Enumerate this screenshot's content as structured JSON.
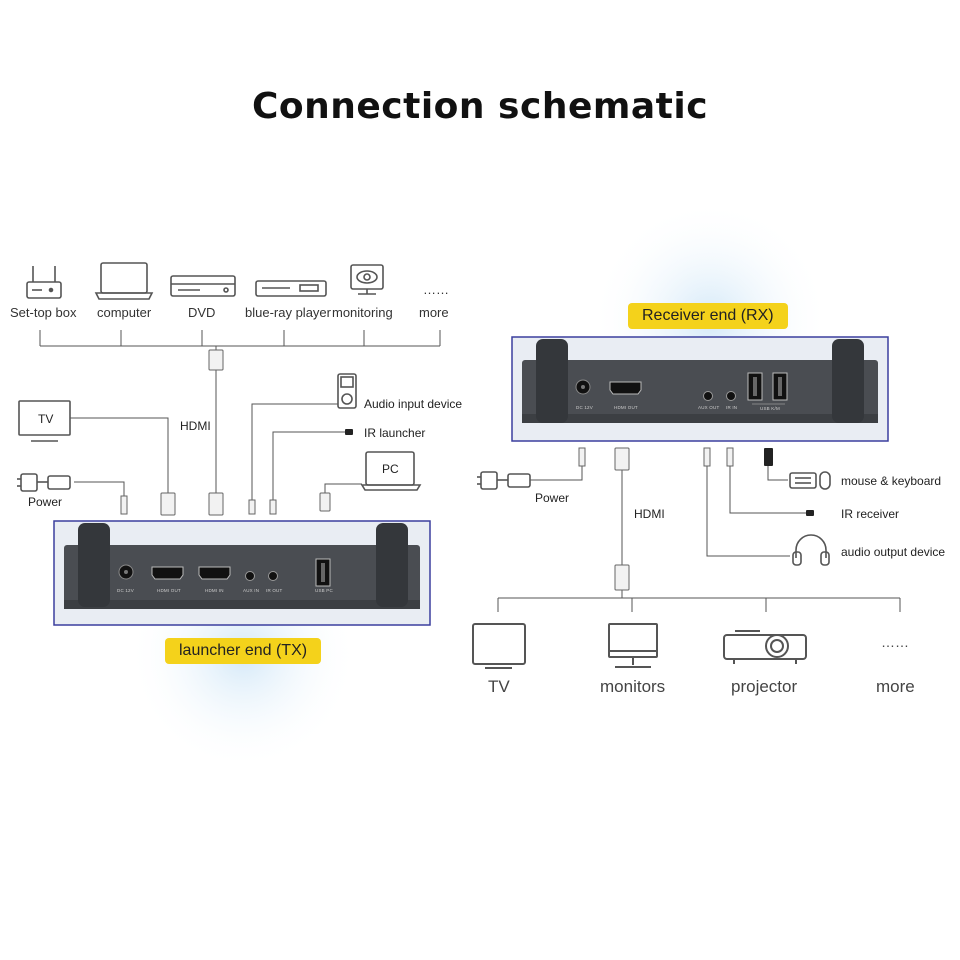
{
  "title": "Connection schematic",
  "tx": {
    "badge": "launcher end (TX)",
    "sources": [
      {
        "label": "Set-top box",
        "icon": "router-icon"
      },
      {
        "label": "computer",
        "icon": "laptop-icon"
      },
      {
        "label": "DVD",
        "icon": "dvd-player-icon"
      },
      {
        "label": "blue-ray player",
        "icon": "bluray-player-icon"
      },
      {
        "label": "monitoring",
        "icon": "camera-monitor-icon"
      },
      {
        "label": "more",
        "icon": "ellipsis-icon"
      }
    ],
    "more_dots": "……",
    "tv": "TV",
    "hdmi": "HDMI",
    "power": "Power",
    "audio_input": "Audio input device",
    "ir_launcher": "IR launcher",
    "pc": "PC",
    "ports": [
      "DC 12V",
      "HDMI OUT",
      "HDMI IN",
      "AUX IN",
      "IR OUT",
      "USB PC"
    ]
  },
  "rx": {
    "badge": "Receiver end (RX)",
    "power": "Power",
    "hdmi": "HDMI",
    "mouse_keyboard": "mouse & keyboard",
    "ir_receiver": "IR receiver",
    "audio_output": "audio output device",
    "ports": [
      "DC 12V",
      "HDMI OUT",
      "AUX OUT",
      "IR IN",
      "USB K/M"
    ],
    "outputs": [
      {
        "label": "TV",
        "icon": "tv-icon"
      },
      {
        "label": "monitors",
        "icon": "monitor-icon"
      },
      {
        "label": "projector",
        "icon": "projector-icon"
      },
      {
        "label": "more",
        "icon": "ellipsis-icon"
      }
    ],
    "more_dots": "……"
  },
  "colors": {
    "badge": "#f4d21b",
    "device": "#4a4d52",
    "frame": "#3b3f9e",
    "glow": "#d5ebf8"
  }
}
